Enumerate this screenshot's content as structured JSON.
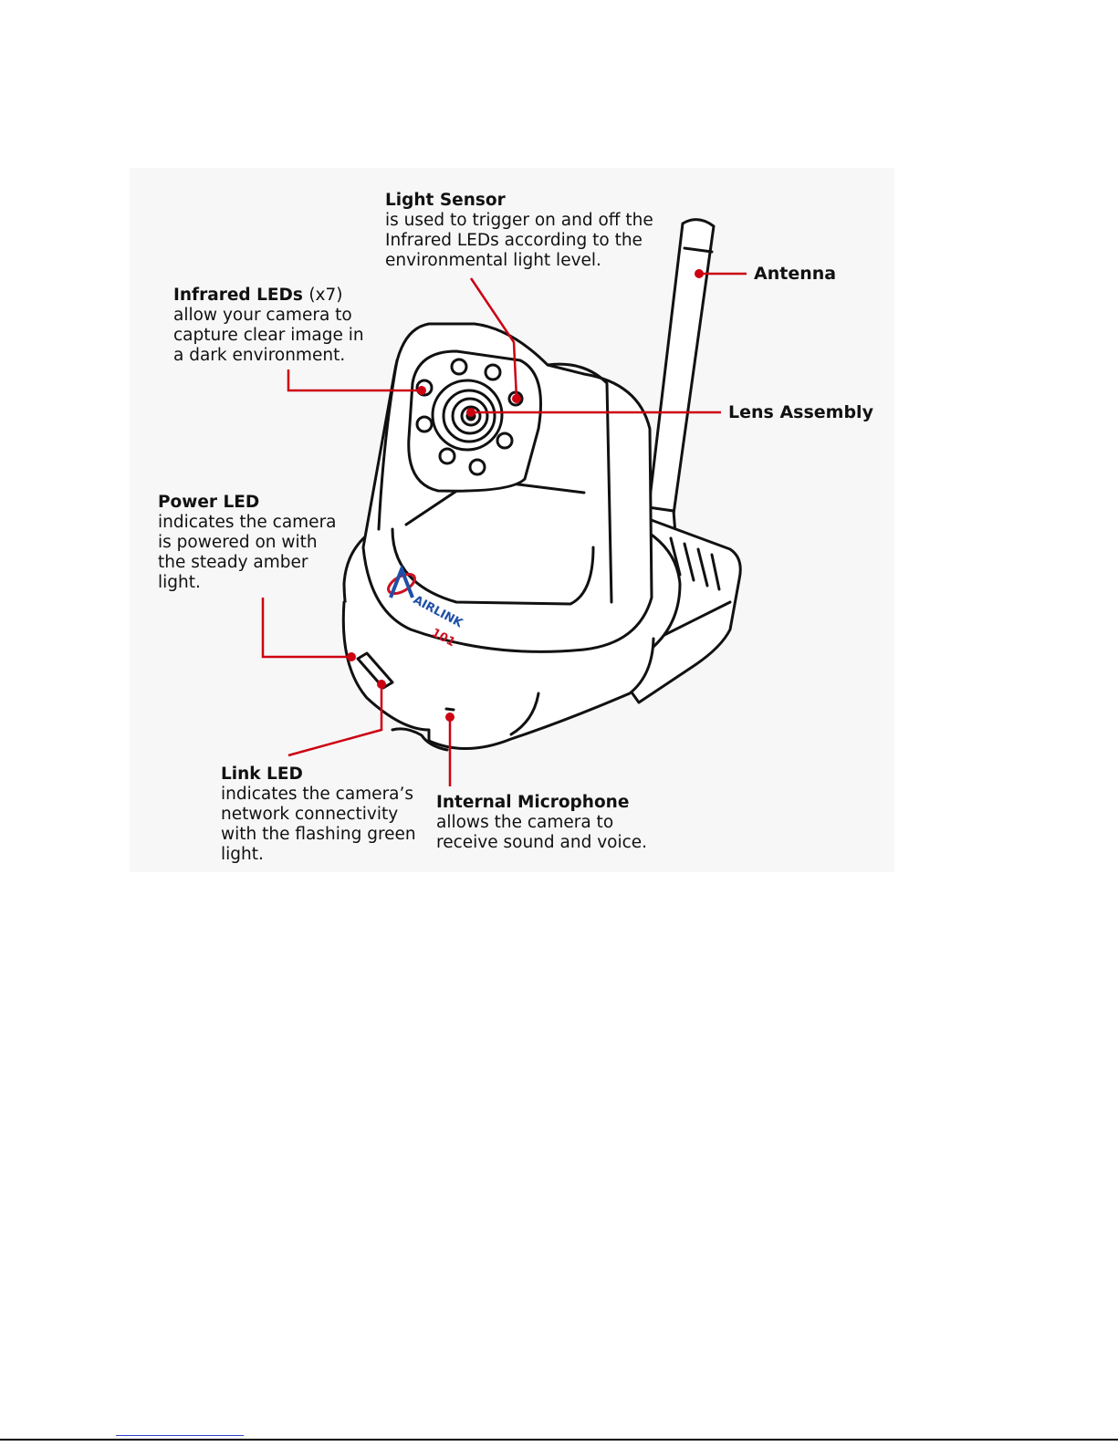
{
  "callouts": {
    "light_sensor": {
      "title": "Light Sensor",
      "lines": [
        "is used to trigger on and off the",
        "Infrared LEDs according to the",
        "environmental light level."
      ]
    },
    "antenna": {
      "title": "Antenna"
    },
    "infrared_leds": {
      "title": "Infrared LEDs",
      "qualifier": "(x7)",
      "lines": [
        "allow your camera to",
        "capture clear image in",
        "a dark environment."
      ]
    },
    "lens_assembly": {
      "title": "Lens Assembly"
    },
    "power_led": {
      "title": "Power LED",
      "lines": [
        "indicates the camera",
        "is powered on with",
        "the steady amber",
        "light."
      ]
    },
    "link_led": {
      "title": "Link LED",
      "lines": [
        "indicates the camera’s",
        "network connectivity",
        "with the flashing green",
        "light."
      ]
    },
    "internal_microphone": {
      "title": "Internal Microphone",
      "lines": [
        "allows the camera to",
        "receive sound and voice."
      ]
    }
  },
  "logo": {
    "brand": "AIRLINK",
    "model": "101"
  },
  "colors": {
    "leader": "#cc0011",
    "outline": "#111111",
    "logo_blue": "#1f4fa8",
    "logo_red": "#cc1122"
  }
}
